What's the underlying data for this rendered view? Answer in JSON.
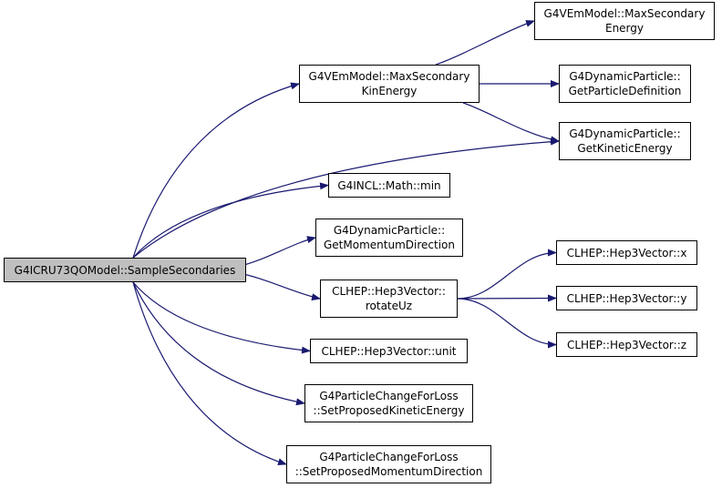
{
  "colors": {
    "edge": "#191970",
    "node_border": "#000000",
    "root_fill": "#bfbfbf",
    "node_fill": "#ffffff"
  },
  "nodes": {
    "root": "G4ICRU73QOModel::SampleSecondaries",
    "max_sec_kin": "G4VEmModel::MaxSecondary\nKinEnergy",
    "max_sec": "G4VEmModel::MaxSecondary\nEnergy",
    "get_pdef": "G4DynamicParticle::\nGetParticleDefinition",
    "get_ke": "G4DynamicParticle::\nGetKineticEnergy",
    "math_min": "G4INCL::Math::min",
    "get_momdir": "G4DynamicParticle::\nGetMomentumDirection",
    "rotate_uz": "CLHEP::Hep3Vector::\nrotateUz",
    "vx": "CLHEP::Hep3Vector::x",
    "vy": "CLHEP::Hep3Vector::y",
    "vz": "CLHEP::Hep3Vector::z",
    "unit": "CLHEP::Hep3Vector::unit",
    "set_ke": "G4ParticleChangeForLoss\n::SetProposedKineticEnergy",
    "set_momdir": "G4ParticleChangeForLoss\n::SetProposedMomentumDirection"
  },
  "edges": [
    [
      "root",
      "max_sec_kin"
    ],
    [
      "root",
      "get_ke"
    ],
    [
      "root",
      "math_min"
    ],
    [
      "root",
      "get_momdir"
    ],
    [
      "root",
      "rotate_uz"
    ],
    [
      "root",
      "unit"
    ],
    [
      "root",
      "set_ke"
    ],
    [
      "root",
      "set_momdir"
    ],
    [
      "max_sec_kin",
      "max_sec"
    ],
    [
      "max_sec_kin",
      "get_pdef"
    ],
    [
      "max_sec_kin",
      "get_ke"
    ],
    [
      "rotate_uz",
      "vx"
    ],
    [
      "rotate_uz",
      "vy"
    ],
    [
      "rotate_uz",
      "vz"
    ]
  ]
}
